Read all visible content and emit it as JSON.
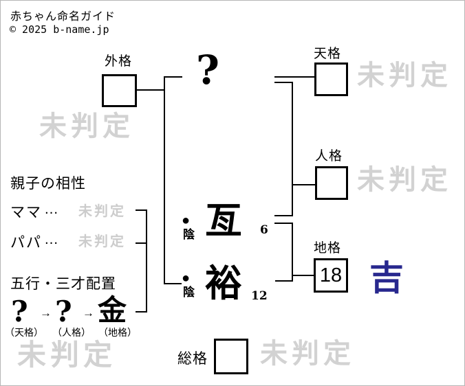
{
  "header": {
    "title": "赤ちゃん命名ガイド",
    "copyright": "© 2025 b-name.jp"
  },
  "watermark_text": "未判定",
  "colors": {
    "watermark_gray": "#d2d2d2",
    "kichi_blue": "#28288e",
    "line_black": "#000000"
  },
  "diagram": {
    "surname_char": "?",
    "gaikaku": {
      "label": "外格",
      "value": ""
    },
    "tenkaku": {
      "label": "天格",
      "value": "",
      "verdict": "未判定"
    },
    "jinkaku": {
      "label": "人格",
      "value": "",
      "verdict": "未判定"
    },
    "chikaku": {
      "label": "地格",
      "value": "18",
      "verdict": "吉"
    },
    "soukaku": {
      "label": "総格",
      "value": "",
      "verdict": "未判定"
    },
    "name_chars": [
      {
        "char": "亙",
        "strokes": "6",
        "inyo_mark": "●",
        "inyo_label": "陰"
      },
      {
        "char": "裕",
        "strokes": "12",
        "inyo_mark": "●",
        "inyo_label": "陰"
      }
    ]
  },
  "compatibility": {
    "heading": "親子の相性",
    "rows": [
      {
        "label": "ママ",
        "dots": "…",
        "value": "未判定"
      },
      {
        "label": "パパ",
        "dots": "…",
        "value": "未判定"
      }
    ]
  },
  "gogyo": {
    "heading": "五行・三才配置",
    "arrow": "→",
    "items": [
      {
        "symbol": "?",
        "label": "（天格）"
      },
      {
        "symbol": "?",
        "label": "（人格）"
      },
      {
        "symbol": "金",
        "label": "（地格）"
      }
    ]
  }
}
